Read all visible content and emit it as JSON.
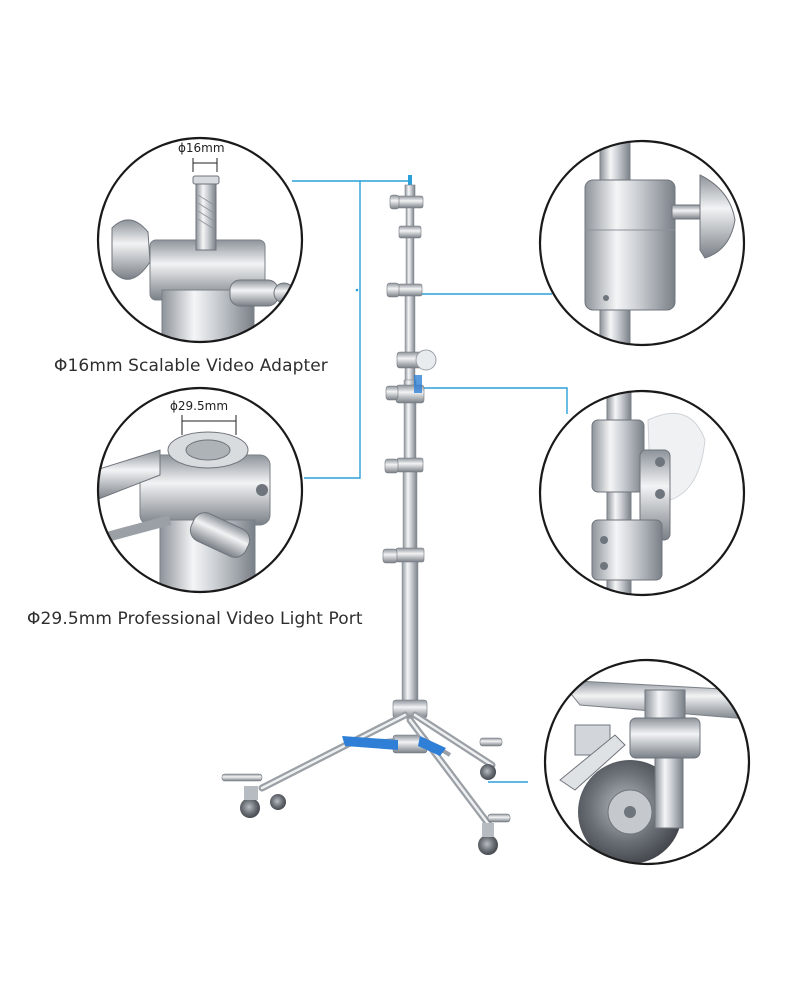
{
  "captions": {
    "video_adapter": "Φ16mm Scalable Video Adapter",
    "light_port": "Φ29.5mm Professional Video Light Port"
  },
  "dimensions": {
    "adapter_diameter": "ϕ16mm",
    "port_diameter": "ϕ29.5mm"
  },
  "colors": {
    "accent_blue": "#2a9fd8",
    "clamp_blue": "#2f7fd6",
    "circle_border": "#1a1a1a",
    "steel_light": "#e6e8eb",
    "steel_mid": "#b7bcc2",
    "steel_dark": "#6f757c"
  },
  "icons": {
    "stand": "light-stand-icon",
    "wheel": "caster-wheel-icon"
  }
}
